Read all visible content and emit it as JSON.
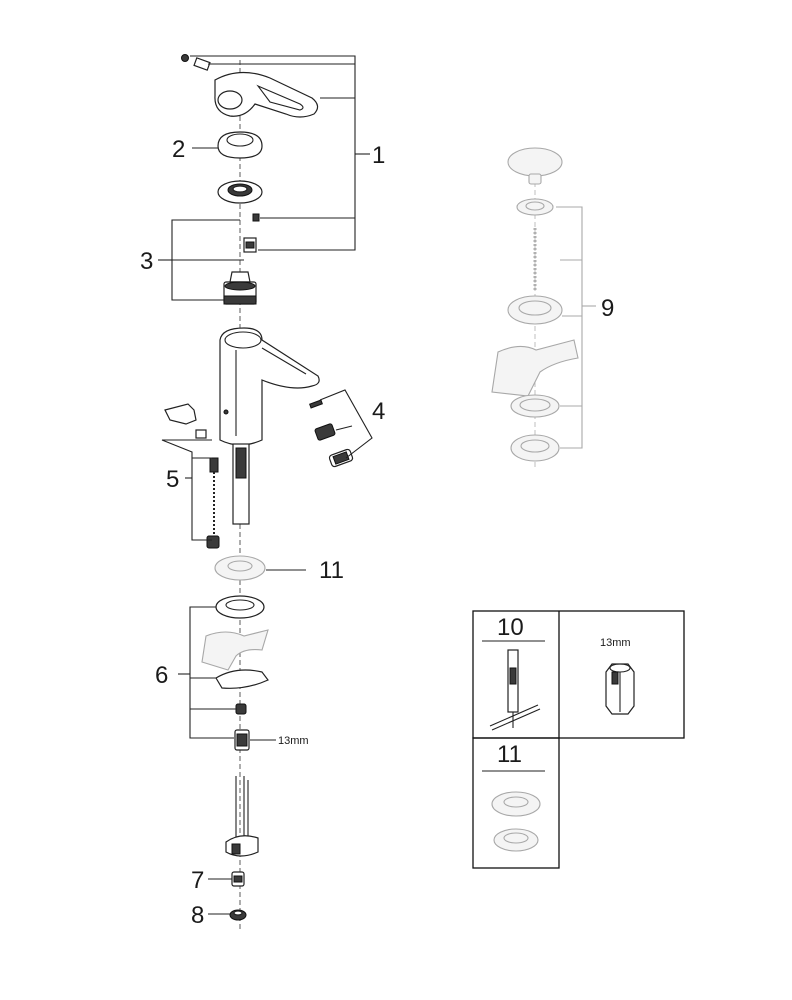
{
  "callouts": {
    "c1": "1",
    "c2": "2",
    "c3": "3",
    "c4": "4",
    "c5": "5",
    "c6": "6",
    "c7": "7",
    "c8": "8",
    "c9": "9",
    "c11": "11"
  },
  "wrench_size_main": "13mm",
  "table": {
    "cell_10_label": "10",
    "cell_10_size": "13mm",
    "cell_11_label": "11"
  }
}
